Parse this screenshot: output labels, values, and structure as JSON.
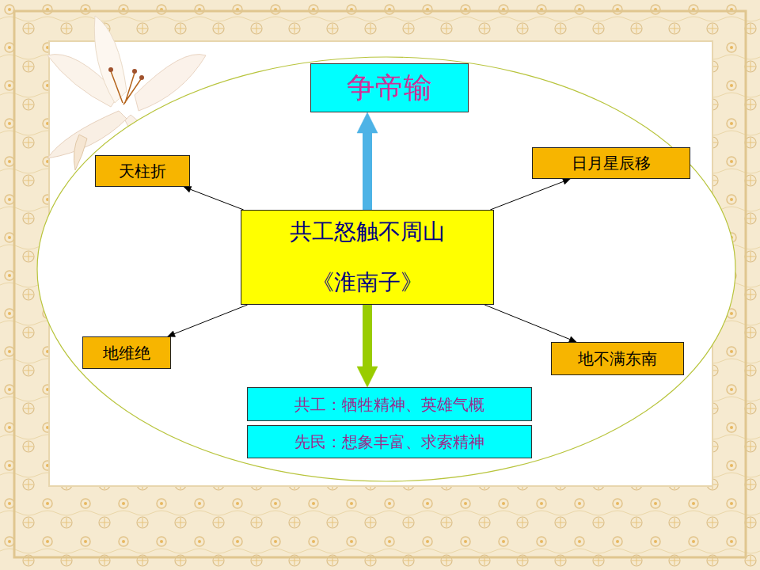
{
  "diagram": {
    "nodes": [
      {
        "text": [
          "共工怒触不周山",
          "《淮南子》"
        ]
      },
      {
        "text": [
          "争帝输"
        ]
      },
      {
        "text": [
          "天柱折"
        ]
      },
      {
        "text": [
          "日月星辰移"
        ]
      },
      {
        "text": [
          "地维绝"
        ]
      },
      {
        "text": [
          "地不满东南"
        ]
      },
      {
        "text": [
          "共工：牺牲精神、英雄气概"
        ]
      },
      {
        "text": [
          "先民：想象丰富、求索精神"
        ]
      }
    ],
    "edges": [
      {
        "from": 0,
        "to": 1,
        "arrow": "to"
      },
      {
        "from": 0,
        "to": 2,
        "arrow": "to"
      },
      {
        "from": 0,
        "to": 3,
        "arrow": "to"
      },
      {
        "from": 0,
        "to": 4,
        "arrow": "to"
      },
      {
        "from": 0,
        "to": 5,
        "arrow": "to"
      },
      {
        "from": 0,
        "to": 6,
        "arrow": "to"
      }
    ]
  }
}
